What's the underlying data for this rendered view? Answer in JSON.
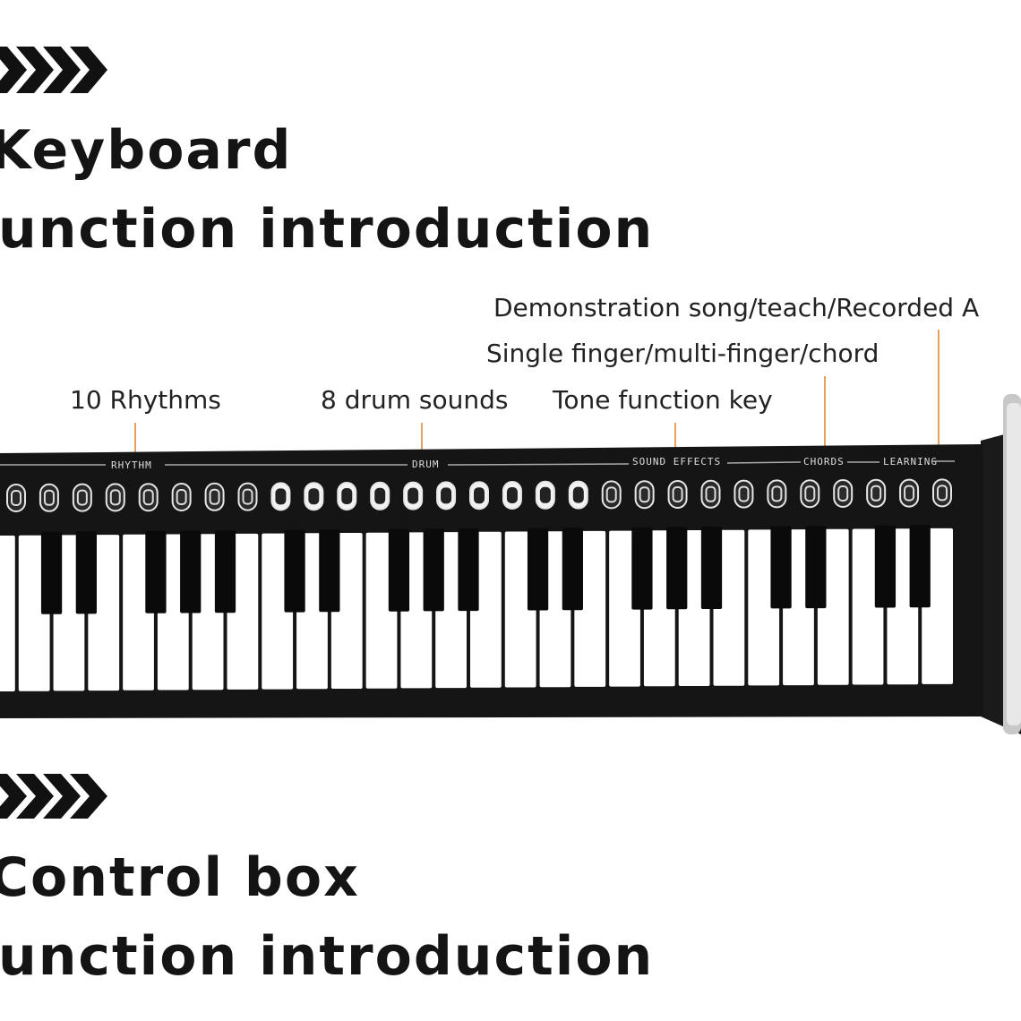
{
  "keyboard_section": {
    "heading_line1": "Keyboard",
    "heading_line2": "unction introduction"
  },
  "control_section": {
    "heading_line1": "Control box",
    "heading_line2": "unction introduction"
  },
  "callouts": {
    "rhythms": "10 Rhythms",
    "drum_sounds": "8 drum sounds",
    "tone_key": "Tone function key",
    "finger_chord": "Single finger/multi-finger/chord",
    "demo_song": "Demonstration song/teach/Recorded A"
  },
  "panel_labels": {
    "rhythm": "RHYTHM",
    "drum": "DRUM",
    "sound_effects": "SOUND EFFECTS",
    "chords": "CHORDS",
    "learning": "LEARNING"
  },
  "colors": {
    "leader_line": "#e8a060",
    "panel": "#151515",
    "key_white": "#ffffff",
    "key_black": "#0a0a0a"
  },
  "icons": {
    "chevron": "chevron-right-icon"
  }
}
